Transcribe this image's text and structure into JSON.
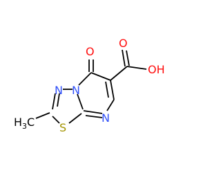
{
  "molecule": {
    "atoms": {
      "oxygen_carbonyl": "O",
      "oxygen_acid_carbonyl": "O",
      "oxygen_hydroxyl": "OH",
      "nitrogen_ring_top": "N",
      "nitrogen_bridge": "N",
      "nitrogen_pyrimidine": "N",
      "sulfur": "S",
      "methyl_h": "H",
      "methyl_subscript": "3",
      "methyl_c": "C"
    },
    "colors": {
      "bond": "#000000",
      "oxygen": "#ff0d0d",
      "nitrogen": "#3050f8",
      "sulfur": "#a39400",
      "carbon": "#000000"
    }
  }
}
